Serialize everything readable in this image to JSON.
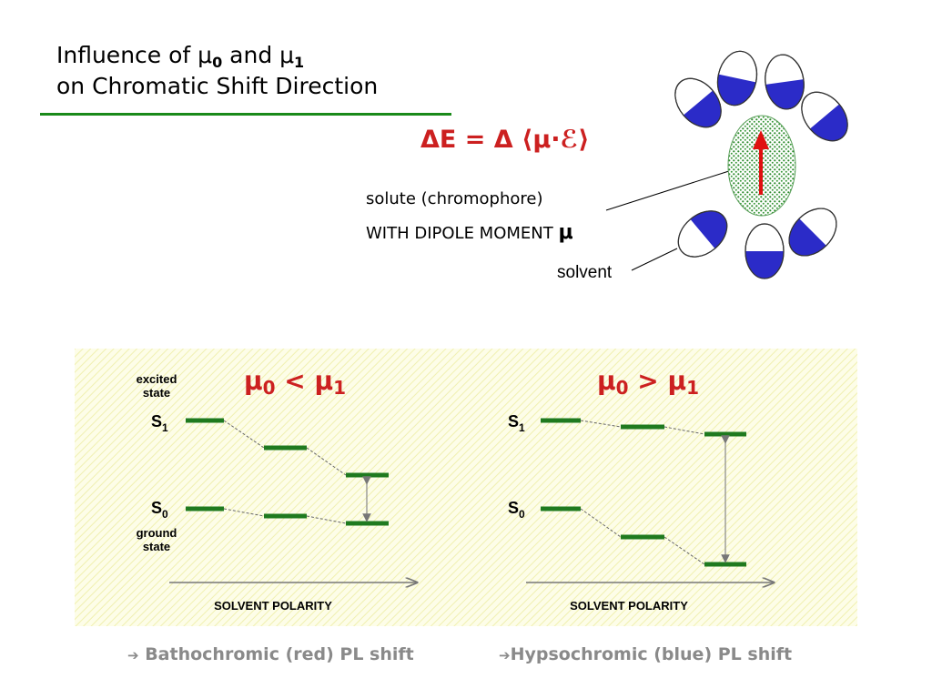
{
  "title": {
    "line1_prefix": "Influence of μ",
    "line1_sub0": "0",
    "line1_mid": " and μ",
    "line1_sub1": "1",
    "line2": "on Chromatic Shift Direction"
  },
  "equation": "ΔE = Δ ⟨μ·ℰ⟩",
  "labels": {
    "solute": "solute (chromophore)",
    "dipole": "WITH DIPOLE MOMENT ",
    "dipole_symbol": "μ",
    "solvent": "solvent"
  },
  "left_diagram": {
    "condition_main": "μ",
    "condition_sub_a": "0",
    "condition_op": " < μ",
    "condition_sub_b": "1",
    "excited_label_1": "excited",
    "excited_label_2": "state",
    "s1": "S",
    "s1_sub": "1",
    "s0": "S",
    "s0_sub": "0",
    "ground_label_1": "ground",
    "ground_label_2": "state",
    "axis_label": "SOLVENT POLARITY"
  },
  "right_diagram": {
    "condition_main": "μ",
    "condition_sub_a": "0",
    "condition_op": " > μ",
    "condition_sub_b": "1",
    "s1": "S",
    "s1_sub": "1",
    "s0": "S",
    "s0_sub": "0",
    "axis_label": "SOLVENT POLARITY"
  },
  "footer": {
    "left_arrow": "➔",
    "left": "Bathochromic (red) PL shift",
    "right_arrow": "➔",
    "right": "Hypsochromic (blue) PL shift"
  },
  "colors": {
    "accent_green": "#1a8a1a",
    "level_green": "#1f7a1f",
    "solvent_blue": "#2b2bc8",
    "red": "#cc2020"
  }
}
